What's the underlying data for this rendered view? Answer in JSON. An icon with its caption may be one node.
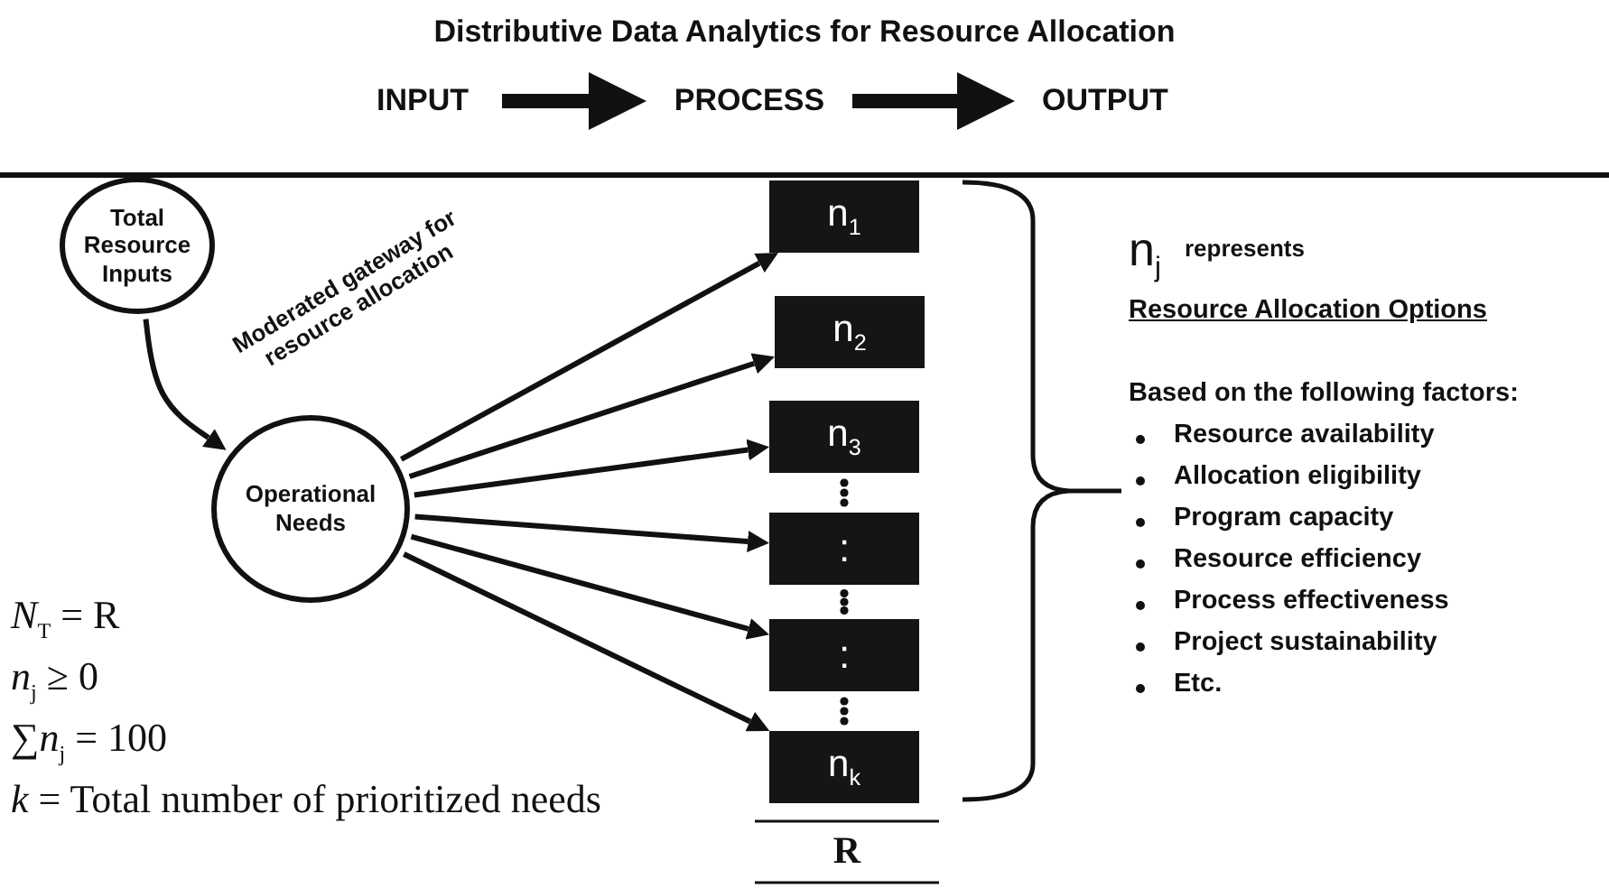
{
  "diagram": {
    "title": "Distributive Data Analytics for Resource Allocation",
    "nodes": [
      {
        "text": [
          "INPUT"
        ]
      },
      {
        "text": [
          "PROCESS"
        ]
      },
      {
        "text": [
          "OUTPUT"
        ]
      },
      {
        "text": [
          "Total Resource Inputs"
        ]
      },
      {
        "text": [
          "Operational Needs"
        ]
      },
      {
        "text": [
          "n$_{1}$"
        ]
      },
      {
        "text": [
          "n$_{2}$"
        ]
      },
      {
        "text": [
          "n$_{3}$"
        ]
      },
      {
        "text": [
          ":"
        ]
      },
      {
        "text": [
          ":"
        ]
      },
      {
        "text": [
          "n$_{k}$"
        ]
      }
    ],
    "edges": [
      {
        "from": 0,
        "to": 1,
        "arrow": "to",
        "style": "thick"
      },
      {
        "from": 1,
        "to": 2,
        "arrow": "to",
        "style": "thick"
      },
      {
        "from": 3,
        "to": 4,
        "arrow": "to"
      },
      {
        "from": 4,
        "to": 5,
        "arrow": "to"
      },
      {
        "from": 4,
        "to": 6,
        "arrow": "to"
      },
      {
        "from": 4,
        "to": 7,
        "arrow": "to"
      },
      {
        "from": 4,
        "to": 8,
        "arrow": "to"
      },
      {
        "from": 4,
        "to": 9,
        "arrow": "to"
      },
      {
        "from": 4,
        "to": 10,
        "arrow": "to"
      }
    ],
    "labels": [
      "Moderated gateway for resource allocation",
      "*N*$_{T}$ = R",
      "*n*$_{j}$ ≥ 0",
      "∑*n*$_{j}$ = 100",
      "*k* = Total number of prioritized needs",
      "R",
      "n$_{j}$",
      "represents",
      "Resource Allocation Options",
      "Based on the following factors:",
      "Resource availability",
      "Allocation eligibility",
      "Program capacity",
      "Resource efficiency",
      "Process effectiveness",
      "Project sustainability",
      "Etc."
    ]
  }
}
